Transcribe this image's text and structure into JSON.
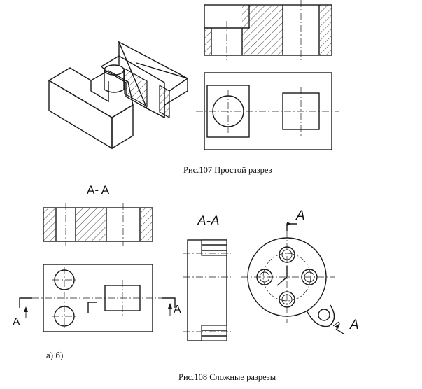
{
  "captions": {
    "fig107": "Рис.107 Простой разрез",
    "fig108": "Рис.108 Сложные разрезы"
  },
  "labels": {
    "section_a_title": "A- A",
    "section_b_title": "A-A",
    "cut_letter": "A",
    "cut_letter_left": "A",
    "cut_letter_right": "A",
    "cut_letter_top": "A",
    "cut_letter_diag": "A",
    "subfig": "а) б)"
  }
}
